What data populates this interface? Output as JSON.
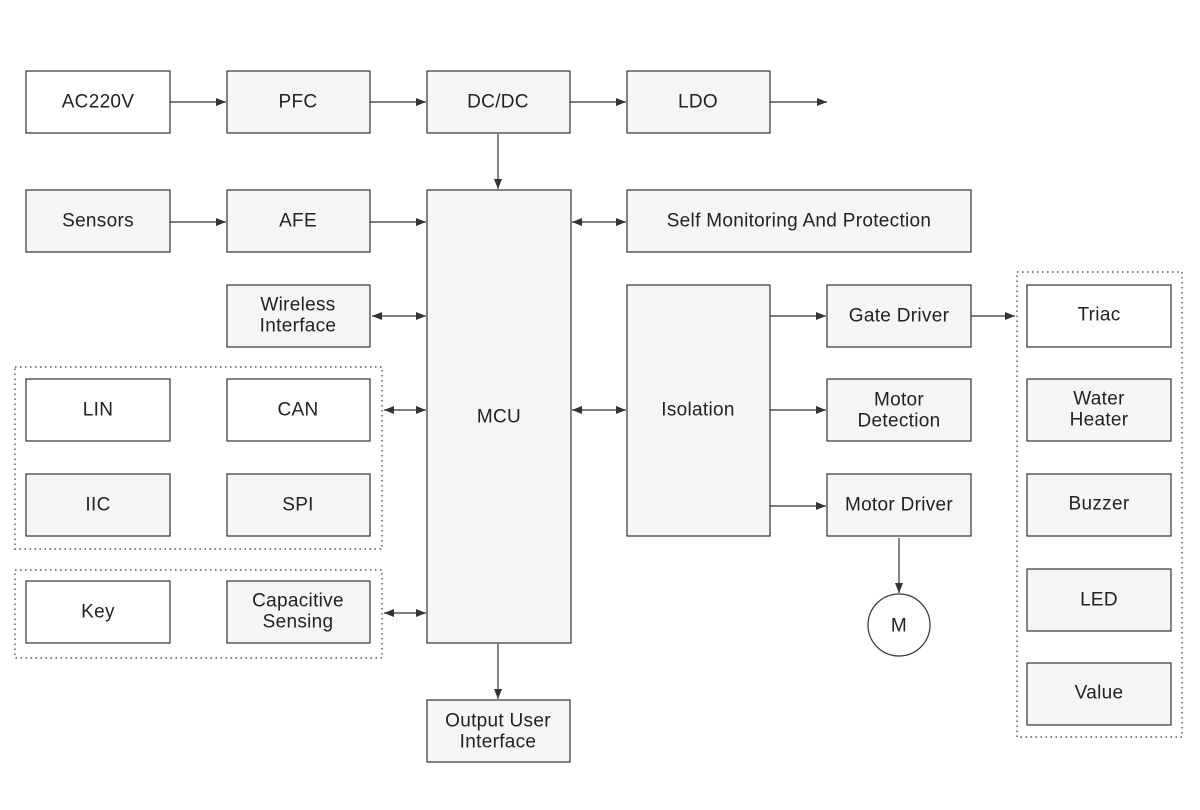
{
  "blocks": {
    "ac220v": "AC220V",
    "pfc": "PFC",
    "dcdc": "DC/DC",
    "ldo": "LDO",
    "sensors": "Sensors",
    "afe": "AFE",
    "mcu": "MCU",
    "self_monitoring": "Self Monitoring And Protection",
    "wireless_line1": "Wireless",
    "wireless_line2": "Interface",
    "lin": "LIN",
    "can": "CAN",
    "iic": "IIC",
    "spi": "SPI",
    "key": "Key",
    "capacitive_line1": "Capacitive",
    "capacitive_line2": "Sensing",
    "output_line1": "Output User",
    "output_line2": "Interface",
    "isolation": "Isolation",
    "gate_driver": "Gate Driver",
    "motor_detection_line1": "Motor",
    "motor_detection_line2": "Detection",
    "motor_driver": "Motor Driver",
    "motor": "M",
    "triac": "Triac",
    "water_heater_line1": "Water",
    "water_heater_line2": "Heater",
    "buzzer": "Buzzer",
    "led": "LED",
    "value": "Value"
  },
  "colors": {
    "box_fill": "#f5f5f5",
    "stroke": "#333333",
    "text": "#222222"
  }
}
